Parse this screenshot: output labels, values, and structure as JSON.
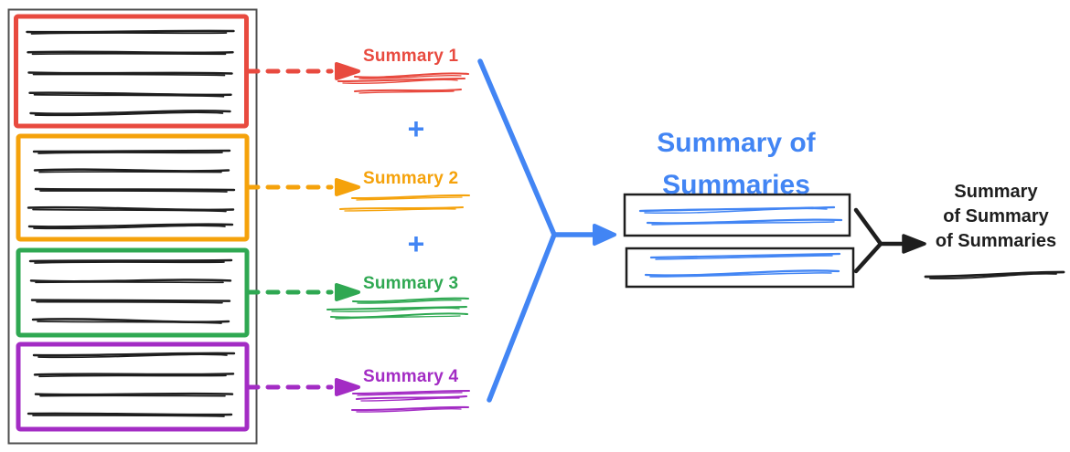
{
  "colors": {
    "red": "#E84A3F",
    "yellow": "#F5A20B",
    "green": "#2FA852",
    "purple": "#A32CC4",
    "blue": "#4285F4",
    "ink": "#1E1E1E",
    "frame": "#4F4F4F"
  },
  "documents": [
    {
      "name": "document-1",
      "color": "red",
      "text_lines": 5
    },
    {
      "name": "document-2",
      "color": "yellow",
      "text_lines": 5
    },
    {
      "name": "document-3",
      "color": "green",
      "text_lines": 4
    },
    {
      "name": "document-4",
      "color": "purple",
      "text_lines": 4
    }
  ],
  "summaries": [
    {
      "label": "Summary 1",
      "color": "red"
    },
    {
      "label": "Summary 2",
      "color": "yellow"
    },
    {
      "label": "Summary 3",
      "color": "green"
    },
    {
      "label": "Summary 4",
      "color": "purple"
    }
  ],
  "operators": {
    "plus": "+"
  },
  "summary_of_summaries": {
    "title_lines": [
      "Summary of",
      "Summaries"
    ],
    "box_count": 2
  },
  "final_summary": {
    "lines": [
      "Summary",
      "of Summary",
      "of Summaries"
    ]
  }
}
